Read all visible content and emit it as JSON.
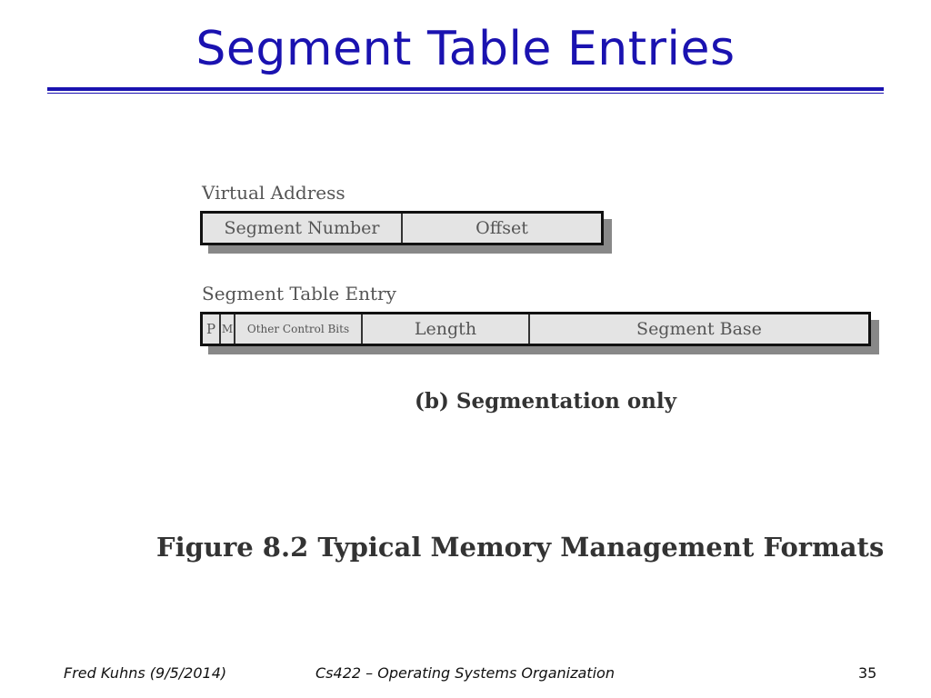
{
  "slide": {
    "title": "Segment Table Entries"
  },
  "figure": {
    "virtual_address": {
      "label": "Virtual Address",
      "fields": [
        "Segment Number",
        "Offset"
      ]
    },
    "segment_table_entry": {
      "label": "Segment Table Entry",
      "fields": [
        "P",
        "M",
        "Other Control Bits",
        "Length",
        "Segment Base"
      ]
    },
    "subcaption": "(b) Segmentation  only",
    "caption": "Figure 8.2  Typical Memory Management Formats"
  },
  "footer": {
    "author": "Fred Kuhns (9/5/2014)",
    "course": "Cs422 – Operating Systems Organization",
    "page": "35"
  },
  "colors": {
    "title": "#1a12b0",
    "field_fill": "#e4e4e4",
    "shadow": "#888888"
  }
}
